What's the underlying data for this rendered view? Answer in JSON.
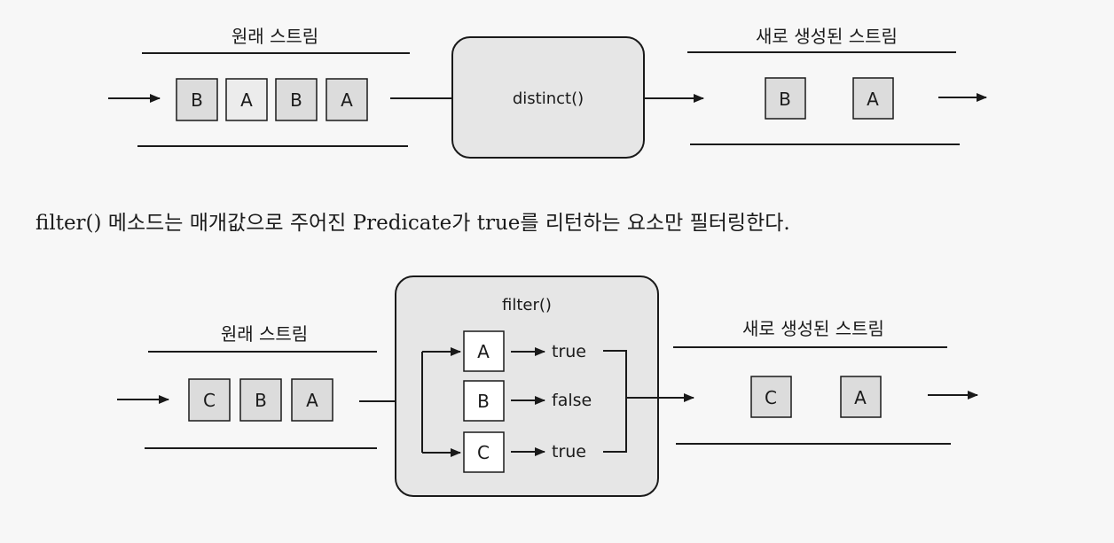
{
  "diagram1": {
    "input_title": "원래 스트림",
    "input_items": [
      "B",
      "A",
      "B",
      "A"
    ],
    "operation": "distinct()",
    "output_title": "새로 생성된 스트림",
    "output_items": [
      "B",
      "A"
    ]
  },
  "caption": "filter() 메소드는 매개값으로 주어진 Predicate가 true를 리턴하는 요소만 필터링한다.",
  "diagram2": {
    "input_title": "원래 스트림",
    "input_items": [
      "C",
      "B",
      "A"
    ],
    "operation": "filter()",
    "tests": [
      {
        "item": "A",
        "result": "true"
      },
      {
        "item": "B",
        "result": "false"
      },
      {
        "item": "C",
        "result": "true"
      }
    ],
    "output_title": "새로 생성된 스트림",
    "output_items": [
      "C",
      "A"
    ]
  },
  "colors": {
    "box_fill": "#dcdcdc",
    "box_fill_light": "#ececec",
    "operator_fill": "#e6e6e6",
    "stroke": "#1a1a1a"
  }
}
